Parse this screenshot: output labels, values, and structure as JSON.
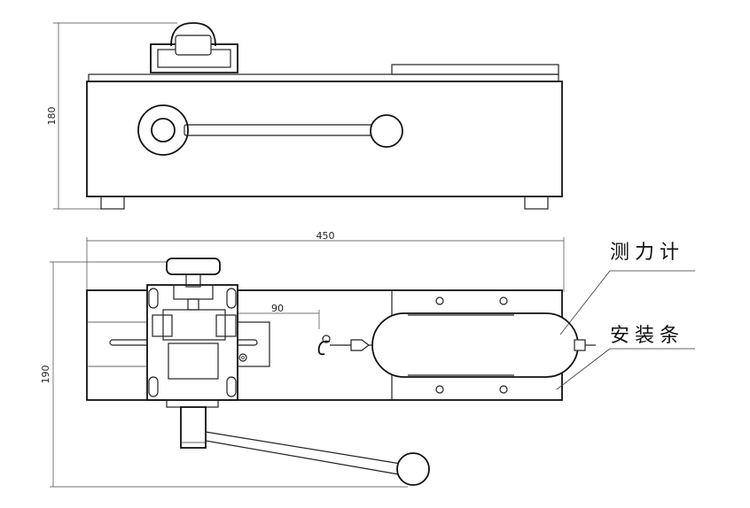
{
  "dimensions": {
    "height_front": "180",
    "length": "450",
    "width_top": "190",
    "offset": "90"
  },
  "labels": {
    "force_gauge": "测力计",
    "mounting_bar": "安装条"
  }
}
